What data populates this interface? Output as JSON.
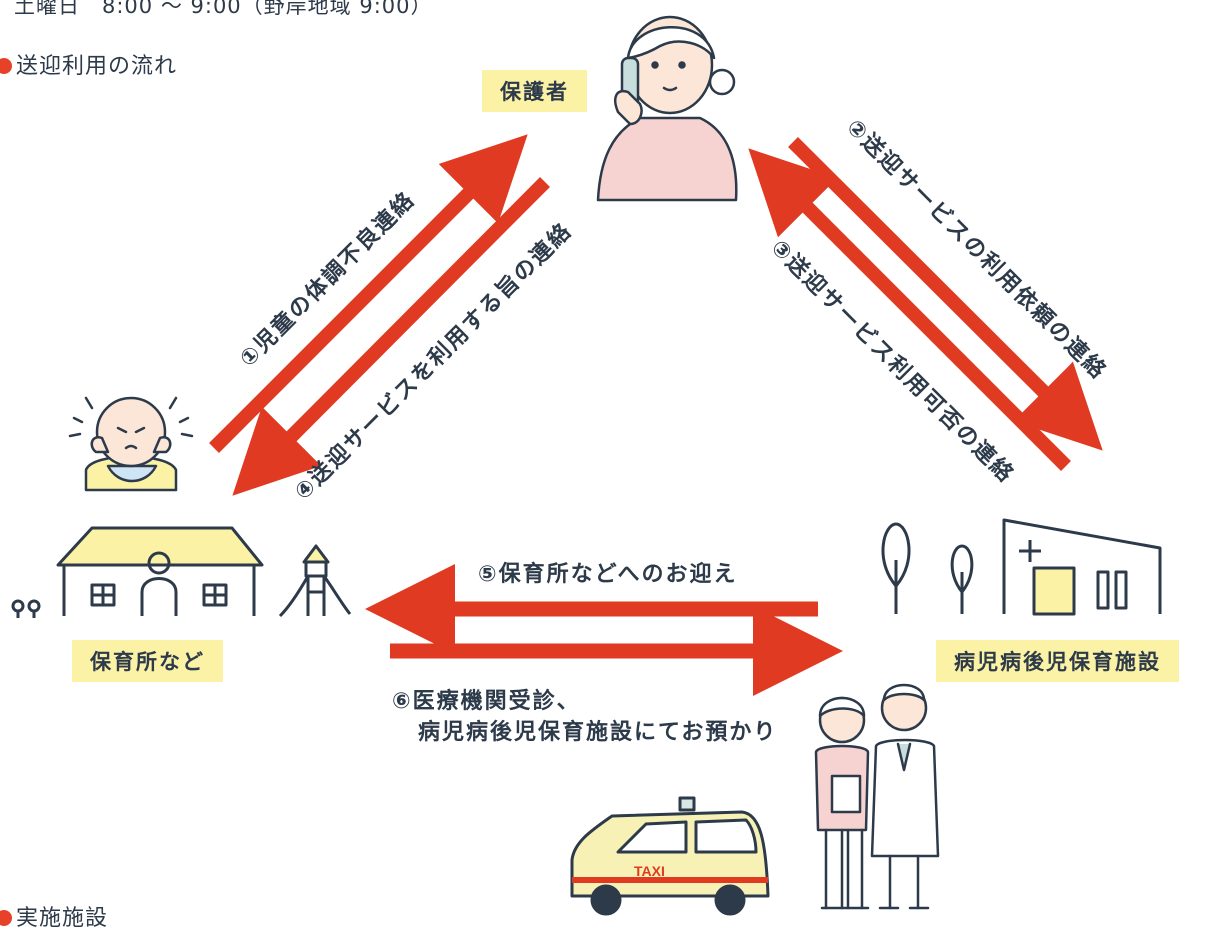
{
  "header": {
    "hours_line": "土曜日　8:00 ～ 9:00（野岸地域 9:00）",
    "section_flow": "送迎利用の流れ",
    "section_facility": "実施施設"
  },
  "nodes": {
    "guardian": "保護者",
    "nursery": "保育所など",
    "clinic": "病児病後児保育施設"
  },
  "steps": {
    "s1": "①児童の体調不良連絡",
    "s2": "②送迎サービスの利用依頼の連絡",
    "s3": "③送迎サービス利用可否の連絡",
    "s4": "④送迎サービスを利用する旨の連絡",
    "s5": "⑤保育所などへのお迎え",
    "s6_line1": "⑥医療機関受診、",
    "s6_line2": "病児病後児保育施設にてお預かり"
  },
  "taxi_sign": "TAXI",
  "colors": {
    "arrow": "#e03b22",
    "label_bg": "#fbf2a6",
    "ink": "#2d3a4a",
    "skin": "#fbe6d8",
    "pink": "#f6d3d1",
    "taxi_body": "#f7f1b5",
    "roof": "#fbf2a6"
  },
  "icons": [
    "guardian-phone-illustration",
    "sick-child-illustration",
    "nursery-building-icon",
    "clinic-building-icon",
    "taxi-illustration",
    "nurse-doctor-illustration"
  ]
}
